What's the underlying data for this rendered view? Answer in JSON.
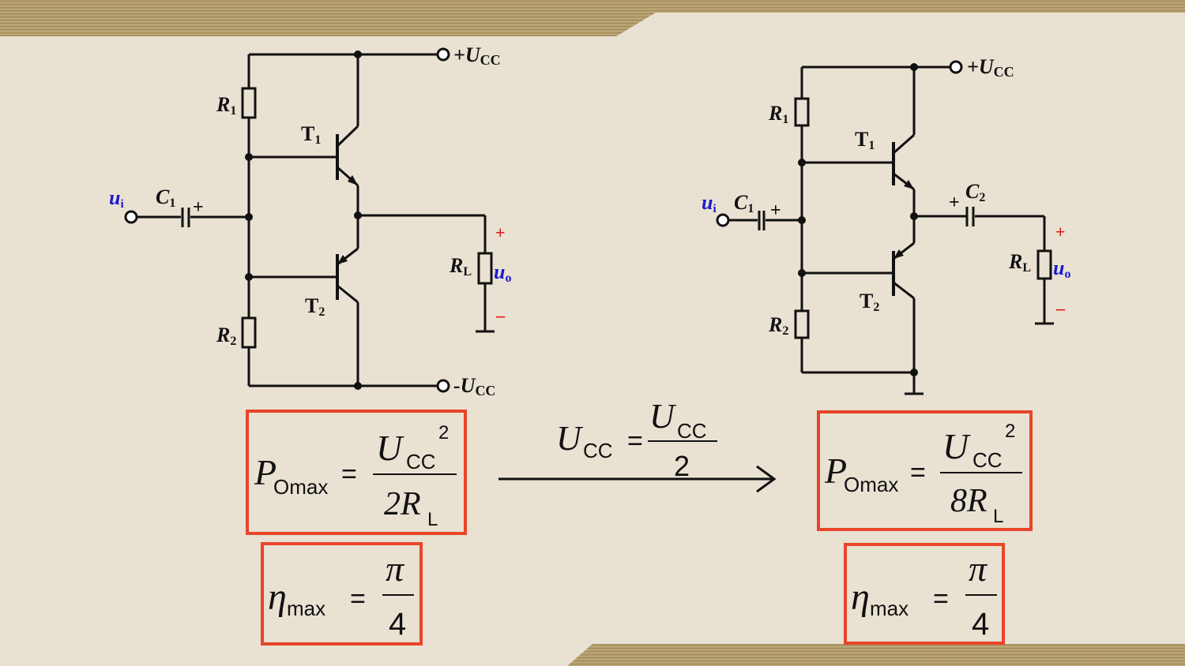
{
  "colors": {
    "background": "#e9e1d2",
    "box": "#e8452a",
    "input_label": "#1a1ad0",
    "polarity": "#e01818"
  },
  "left_circuit": {
    "vcc_pos": "+U",
    "vcc_neg": "-U",
    "vcc_sub": "CC",
    "r1": "R",
    "r1_sub": "1",
    "r2": "R",
    "r2_sub": "2",
    "t1": "T",
    "t1_sub": "1",
    "t2": "T",
    "t2_sub": "2",
    "c1": "C",
    "c1_sub": "1",
    "c_polarity": "+",
    "ui": "u",
    "ui_sub": "i",
    "rl": "R",
    "rl_sub": "L",
    "uo": "u",
    "uo_sub": "o",
    "plus": "+",
    "minus": "–"
  },
  "right_circuit": {
    "vcc_pos": "+U",
    "vcc_sub": "CC",
    "r1": "R",
    "r1_sub": "1",
    "r2": "R",
    "r2_sub": "2",
    "t1": "T",
    "t1_sub": "1",
    "t2": "T",
    "t2_sub": "2",
    "c1": "C",
    "c1_sub": "1",
    "c1_polarity": "+",
    "c2": "C",
    "c2_sub": "2",
    "c2_polarity": "+",
    "ui": "u",
    "ui_sub": "i",
    "rl": "R",
    "rl_sub": "L",
    "uo": "u",
    "uo_sub": "o",
    "plus": "+",
    "minus": "–"
  },
  "formulas": {
    "left_power": {
      "lhs": "P",
      "lhs_sub": "Omax",
      "eq": "=",
      "num": "U",
      "num_sub": "CC",
      "num_sup": "2",
      "den": "2R",
      "den_sub": "L"
    },
    "left_eff": {
      "lhs": "η",
      "lhs_sub": "max",
      "eq": "=",
      "num": "π",
      "den": "4"
    },
    "transform": {
      "lhs": "U",
      "lhs_sub": "CC",
      "eq": "=",
      "num": "U",
      "num_sub": "CC",
      "den": "2"
    },
    "right_power": {
      "lhs": "P",
      "lhs_sub": "Omax",
      "eq": "=",
      "num": "U",
      "num_sub": "CC",
      "num_sup": "2",
      "den": "8R",
      "den_sub": "L"
    },
    "right_eff": {
      "lhs": "η",
      "lhs_sub": "max",
      "eq": "=",
      "num": "π",
      "den": "4"
    }
  }
}
